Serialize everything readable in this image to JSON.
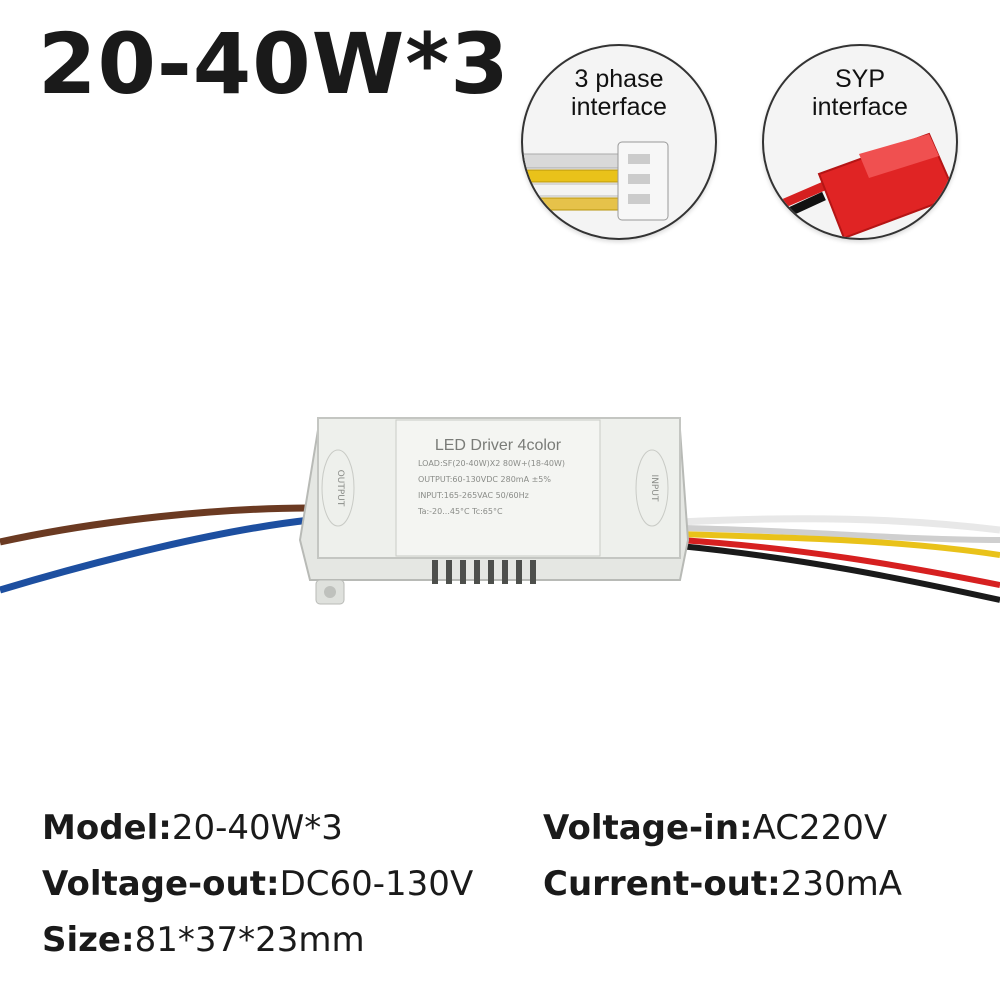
{
  "title": "20-40W*3",
  "interfaces": [
    {
      "line1": "3 phase",
      "line2": "interface"
    },
    {
      "line1": "SYP",
      "line2": "interface"
    }
  ],
  "product": {
    "label_main": "LED Driver 4color",
    "label_lines": [
      "LOAD:SF(20-40W)X2 80W+(18-40W)",
      "OUTPUT:60-130VDC 280mA ±5%",
      "INPUT:165-265VAC 50/60Hz",
      "Ta:-20...45°C  Tc:65°C"
    ],
    "output_badge": "OUTPUT",
    "input_badge": "INPUT"
  },
  "specs": [
    {
      "key": "Model:",
      "value": "20-40W*3"
    },
    {
      "key": "Voltage-in:",
      "value": "AC220V"
    },
    {
      "key": "Voltage-out:",
      "value": "DC60-130V"
    },
    {
      "key": "Current-out:",
      "value": "230mA"
    },
    {
      "key": "Size:",
      "value": "81*37*23mm"
    }
  ],
  "colors": {
    "wire_brown": "#6b3a22",
    "wire_blue": "#1d4fa0",
    "wire_red": "#d62020",
    "wire_yellow": "#e9c21a",
    "wire_black": "#1a1a1a",
    "wire_white": "#e8e8e8",
    "connector_red": "#e02424",
    "case": "#e9ebe7"
  },
  "icons": [
    "three-pin-connector-icon",
    "syp-connector-icon"
  ]
}
